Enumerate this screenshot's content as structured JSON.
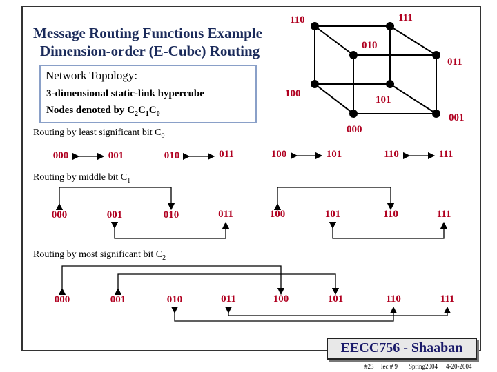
{
  "title": {
    "line1": "Message Routing Functions Example",
    "line2": "Dimension-order (E-Cube) Routing"
  },
  "topology": {
    "heading": "Network Topology:",
    "line1": "3-dimensional  static-link hypercube",
    "line2_prefix": "Nodes denoted by C",
    "sub2": "2",
    "c1": "C",
    "sub1": "1",
    "c0": "C",
    "sub0": "0"
  },
  "cube": {
    "labels": [
      "110",
      "111",
      "010",
      "011",
      "100",
      "101",
      "000",
      "001"
    ]
  },
  "sections": [
    {
      "text": "Routing by least significant bit C",
      "sub": "0"
    },
    {
      "text": "Routing by middle bit C",
      "sub": "1"
    },
    {
      "text": "Routing by most significant bit C",
      "sub": "2"
    }
  ],
  "nodes": [
    "000",
    "001",
    "010",
    "011",
    "100",
    "101",
    "110",
    "111"
  ],
  "footer": {
    "title": "EECC756 - Shaaban",
    "slide": "#23",
    "lec": "lec # 9",
    "term": "Spring2004",
    "date": "4-20-2004"
  }
}
